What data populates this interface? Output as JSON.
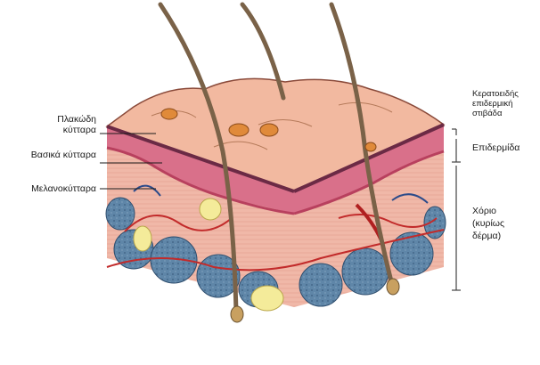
{
  "labels": {
    "squamous_cells": "Πλακώδη κύτταρα",
    "basal_cells": "Βασικά κύτταρα",
    "melanocytes": "Μελανοκύτταρα",
    "stratum_corneum": "Κερατοειδής επιδερμική στιβάδα",
    "epidermis": "Επιδερμίδα",
    "dermis": "Χόριο (κυρίως δέρμα)"
  },
  "colors": {
    "skin_surface": "#f2b9a0",
    "epidermis_band": "#d9708a",
    "epidermis_dark": "#6b2a45",
    "dermis": "#f0b8a8",
    "fat_lobules": "#5f86a8",
    "blood_vessel_red": "#c22b2b",
    "hair": "#7a6248",
    "gland_yellow": "#f4eb9a"
  }
}
